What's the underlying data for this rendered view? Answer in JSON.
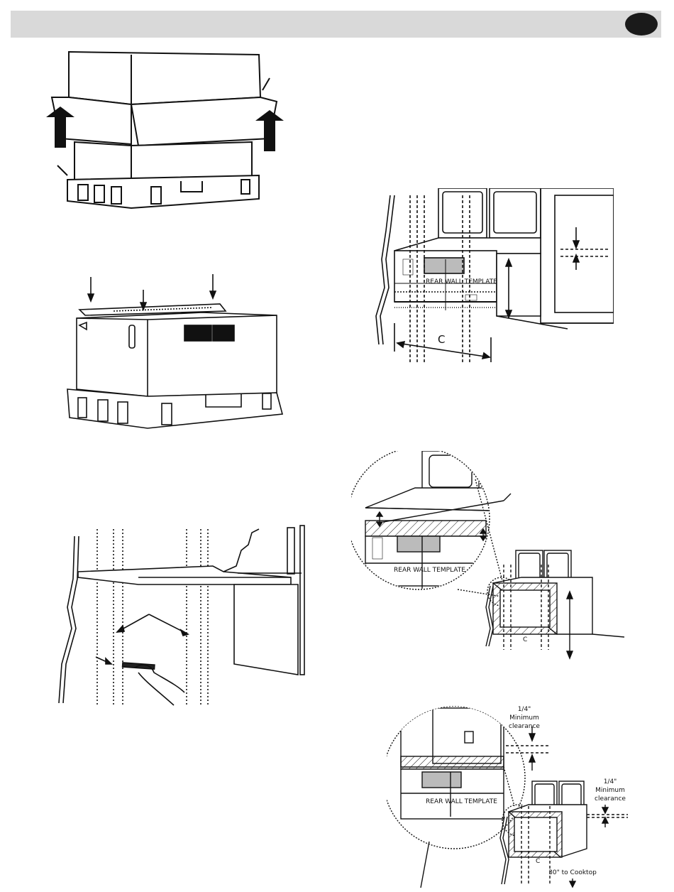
{
  "header": {
    "title": "",
    "badge": ""
  },
  "figures": {
    "fig6": {
      "centerline": "C",
      "template_text": "REAR WALL TEMPLATE"
    },
    "fig7": {
      "template_text": "REAR WALL TEMPLATE",
      "centerline": "C"
    },
    "fig8": {
      "template_text": "REAR WALL TEMPLATE",
      "clearance_upper": {
        "line1": "1/4\"",
        "line2": "Minimum",
        "line3": "clearance"
      },
      "clearance_right": {
        "line1": "1/4\"",
        "line2": "Minimum",
        "line3": "clearance"
      },
      "cooktop_label": "30\" to Cooktop",
      "centerline": "C"
    }
  }
}
